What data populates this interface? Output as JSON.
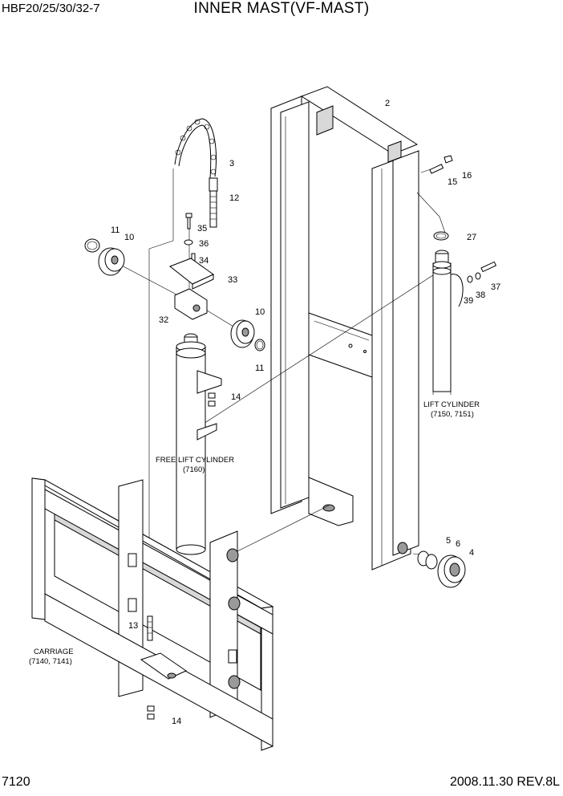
{
  "header": {
    "model": "HBF20/25/30/32-7",
    "title": "INNER MAST(VF-MAST)"
  },
  "footer": {
    "page": "7120",
    "revision": "2008.11.30  REV.8L"
  },
  "callouts": {
    "c2": "2",
    "c3": "3",
    "c12": "12",
    "c15": "15",
    "c16": "16",
    "c27": "27",
    "c37": "37",
    "c38": "38",
    "c39": "39",
    "c11a": "11",
    "c10a": "10",
    "c35": "35",
    "c36": "36",
    "c34": "34",
    "c33": "33",
    "c32": "32",
    "c10b": "10",
    "c11b": "11",
    "c14a": "14",
    "c5": "5",
    "c6": "6",
    "c4": "4",
    "c13": "13",
    "c14b": "14"
  },
  "captions": {
    "lift_cylinder": "LIFT CYLINDER",
    "lift_cylinder_ref": "(7150, 7151)",
    "free_lift_cylinder": "FREE LIFT CYLINDER",
    "free_lift_cylinder_ref": "(7160)",
    "carriage": "CARRIAGE",
    "carriage_ref": "(7140, 7141)"
  }
}
